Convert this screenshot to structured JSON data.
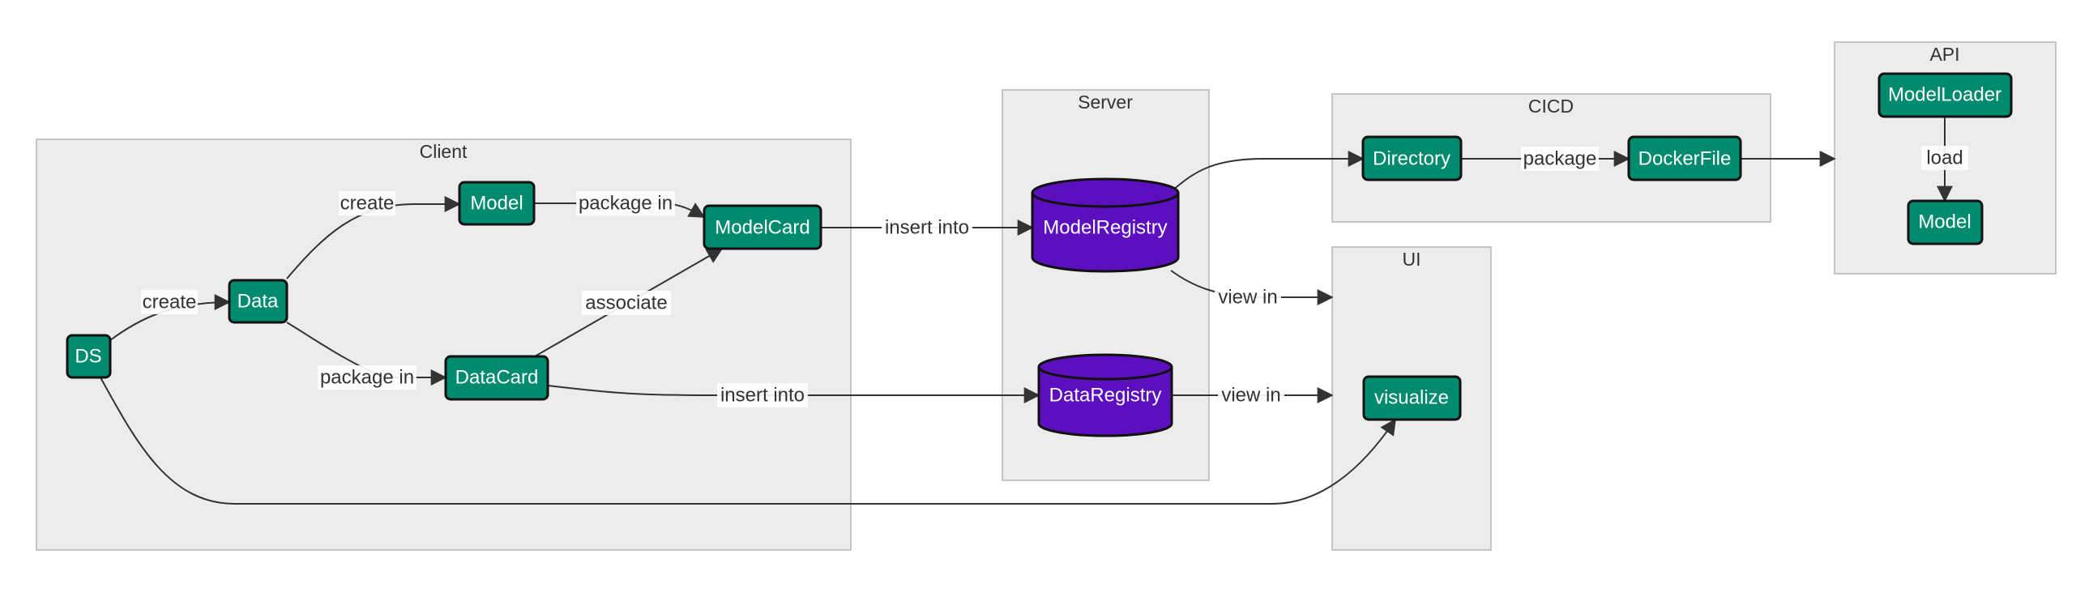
{
  "colors": {
    "cluster_fill": "#ececec",
    "cluster_stroke": "#b9b9b9",
    "node_fill": "#008a6e",
    "database_fill": "#5b0fbe",
    "edge": "#333333",
    "node_text": "#ffffff"
  },
  "clusters": {
    "client": "Client",
    "server": "Server",
    "cicd": "CICD",
    "ui": "UI",
    "api": "API"
  },
  "nodes": {
    "ds": "DS",
    "data": "Data",
    "model_client": "Model",
    "model_card": "ModelCard",
    "data_card": "DataCard",
    "model_registry": "ModelRegistry",
    "data_registry": "DataRegistry",
    "directory": "Directory",
    "docker_file": "DockerFile",
    "visualize": "visualize",
    "model_loader": "ModelLoader",
    "model_api": "Model"
  },
  "edges": {
    "ds_data": "create",
    "data_model": "create",
    "data_datacard": "package in",
    "model_modelcard": "package in",
    "datacard_modelcard": "associate",
    "modelcard_registry": "insert into",
    "datacard_registry": "insert into",
    "registry_directory": "",
    "directory_docker": "package",
    "docker_api": "",
    "modelregistry_ui": "view in",
    "dataregistry_ui": "view in",
    "ds_visualize": "",
    "loader_model": "load"
  }
}
